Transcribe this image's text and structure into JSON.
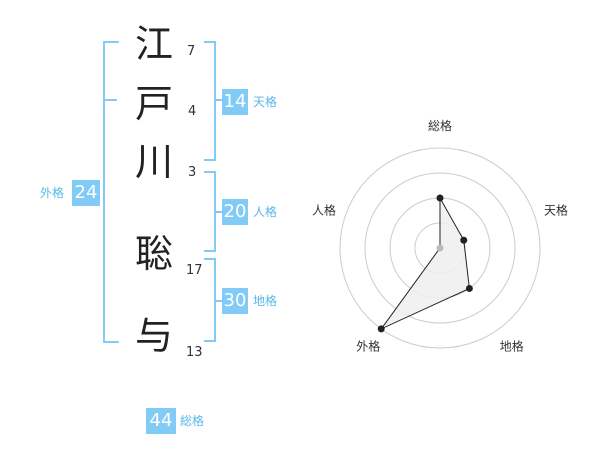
{
  "name": {
    "chars": [
      {
        "char": "江",
        "strokes": "7"
      },
      {
        "char": "戸",
        "strokes": "4"
      },
      {
        "char": "川",
        "strokes": "3"
      },
      {
        "char": "聡",
        "strokes": "17"
      },
      {
        "char": "与",
        "strokes": "13"
      }
    ]
  },
  "kaku": {
    "tenkaku": {
      "value": "14",
      "label": "天格"
    },
    "jinkaku": {
      "value": "20",
      "label": "人格"
    },
    "chikaku": {
      "value": "30",
      "label": "地格"
    },
    "gaikaku": {
      "value": "24",
      "label": "外格"
    },
    "soukaku": {
      "value": "44",
      "label": "総格"
    }
  },
  "chart_data": {
    "type": "radar",
    "axes": [
      "総格",
      "天格",
      "地格",
      "外格",
      "人格"
    ],
    "values": [
      2,
      1,
      2,
      4,
      0
    ],
    "range": [
      0,
      4
    ],
    "rings": 4,
    "colors": {
      "line": "#222222",
      "fill": "#eeeeee",
      "grid": "#cccccc",
      "center": "#bbbbbb"
    }
  }
}
